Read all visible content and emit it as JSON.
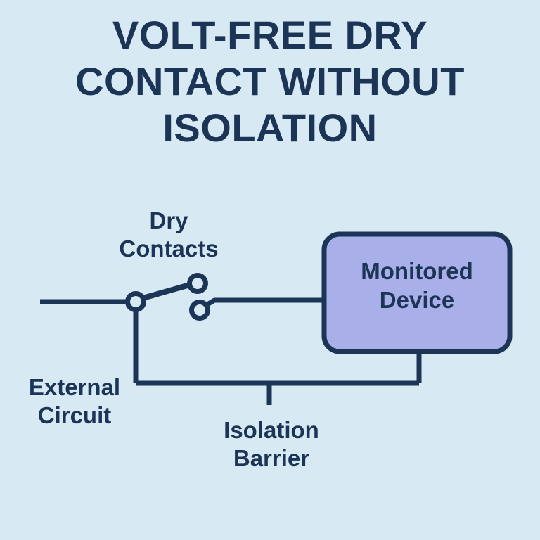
{
  "meta": {
    "background_color": "#d7eaf3",
    "ink_color": "#1c3557",
    "device_fill_color": "#a9afe8"
  },
  "title": {
    "line1": "Volt-Free Dry",
    "line2": "Contact Without",
    "line3": "Isolation"
  },
  "diagram": {
    "labels": {
      "dry_contacts": "Dry\nContacts",
      "external_circuit": "External\nCircuit",
      "isolation_barrier": "Isolation\nBarrier"
    },
    "device": {
      "label": "Monitored\nDevice"
    },
    "components": {
      "pivot_terminal": "switch-pivot-terminal",
      "upper_contact": "switch-upper-contact",
      "lower_contact": "switch-lower-contact",
      "switch_blade": "switch-blade",
      "external_lead": "external-circuit-lead",
      "return_lead": "return-lead",
      "isolation_tick": "isolation-barrier-tick"
    }
  }
}
